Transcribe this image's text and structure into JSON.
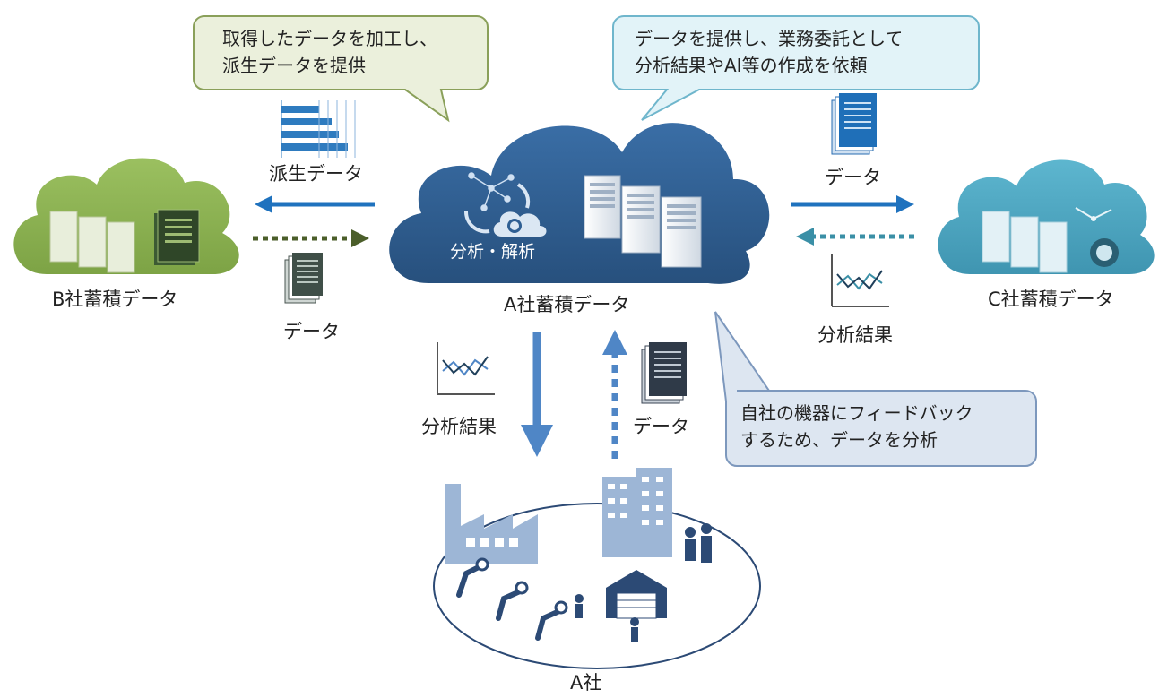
{
  "bubbles": {
    "derived": [
      "取得したデータを加工し、",
      "派生データを提供"
    ],
    "outsource": [
      "データを提供し、業務委託として",
      "分析結果やAI等の作成を依頼"
    ],
    "feedback": [
      "自社の機器にフィードバック",
      "するため、データを分析"
    ]
  },
  "clouds": {
    "a": "A社蓄積データ",
    "b": "B社蓄積データ",
    "c": "C社蓄積データ",
    "a_inner": "分析・解析"
  },
  "flows": {
    "to_b": "派生データ",
    "from_b": "データ",
    "to_c": "データ",
    "from_c": "分析結果",
    "down": "分析結果",
    "up": "データ"
  },
  "company": "A社",
  "colors": {
    "a_cloud": "#2f5f93",
    "b_cloud": "#8db253",
    "c_cloud": "#4fa8c4",
    "arrow_blue": "#1f72be",
    "arrow_green": "#4b5e2a",
    "arrow_teal": "#3a8fa6",
    "arrow_lightblue": "#4f86c6",
    "bubble_green_fill": "#ebf0dc",
    "bubble_blue_fill": "#e2f3f8",
    "bubble_slate_fill": "#dde6f1"
  }
}
